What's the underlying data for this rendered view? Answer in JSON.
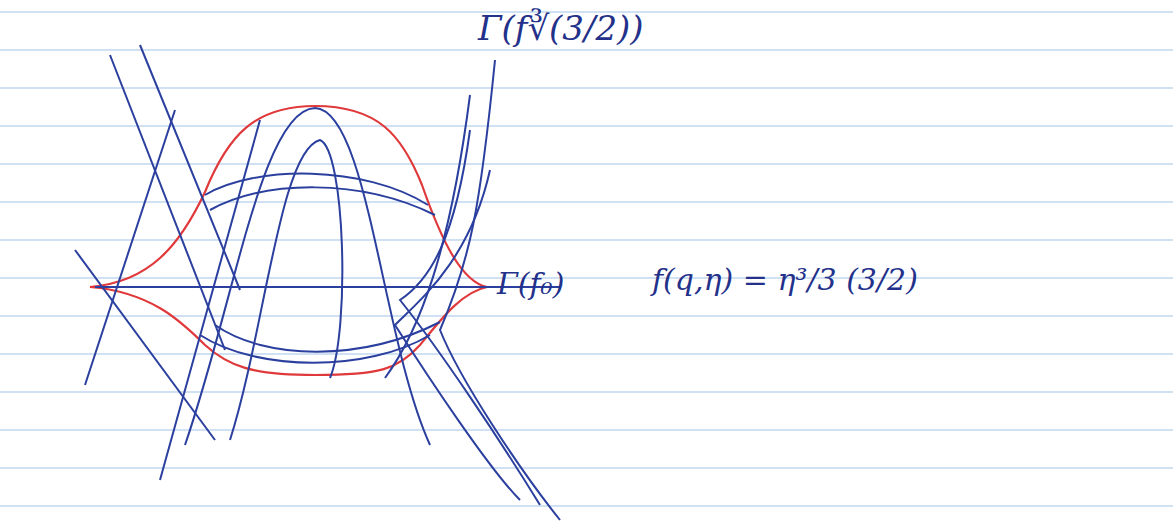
{
  "diagram": {
    "labels": [
      "Γ(f∛(3/2))",
      "Γ(f₀)",
      "f(q,η) = η³/3 (3/2)"
    ]
  }
}
